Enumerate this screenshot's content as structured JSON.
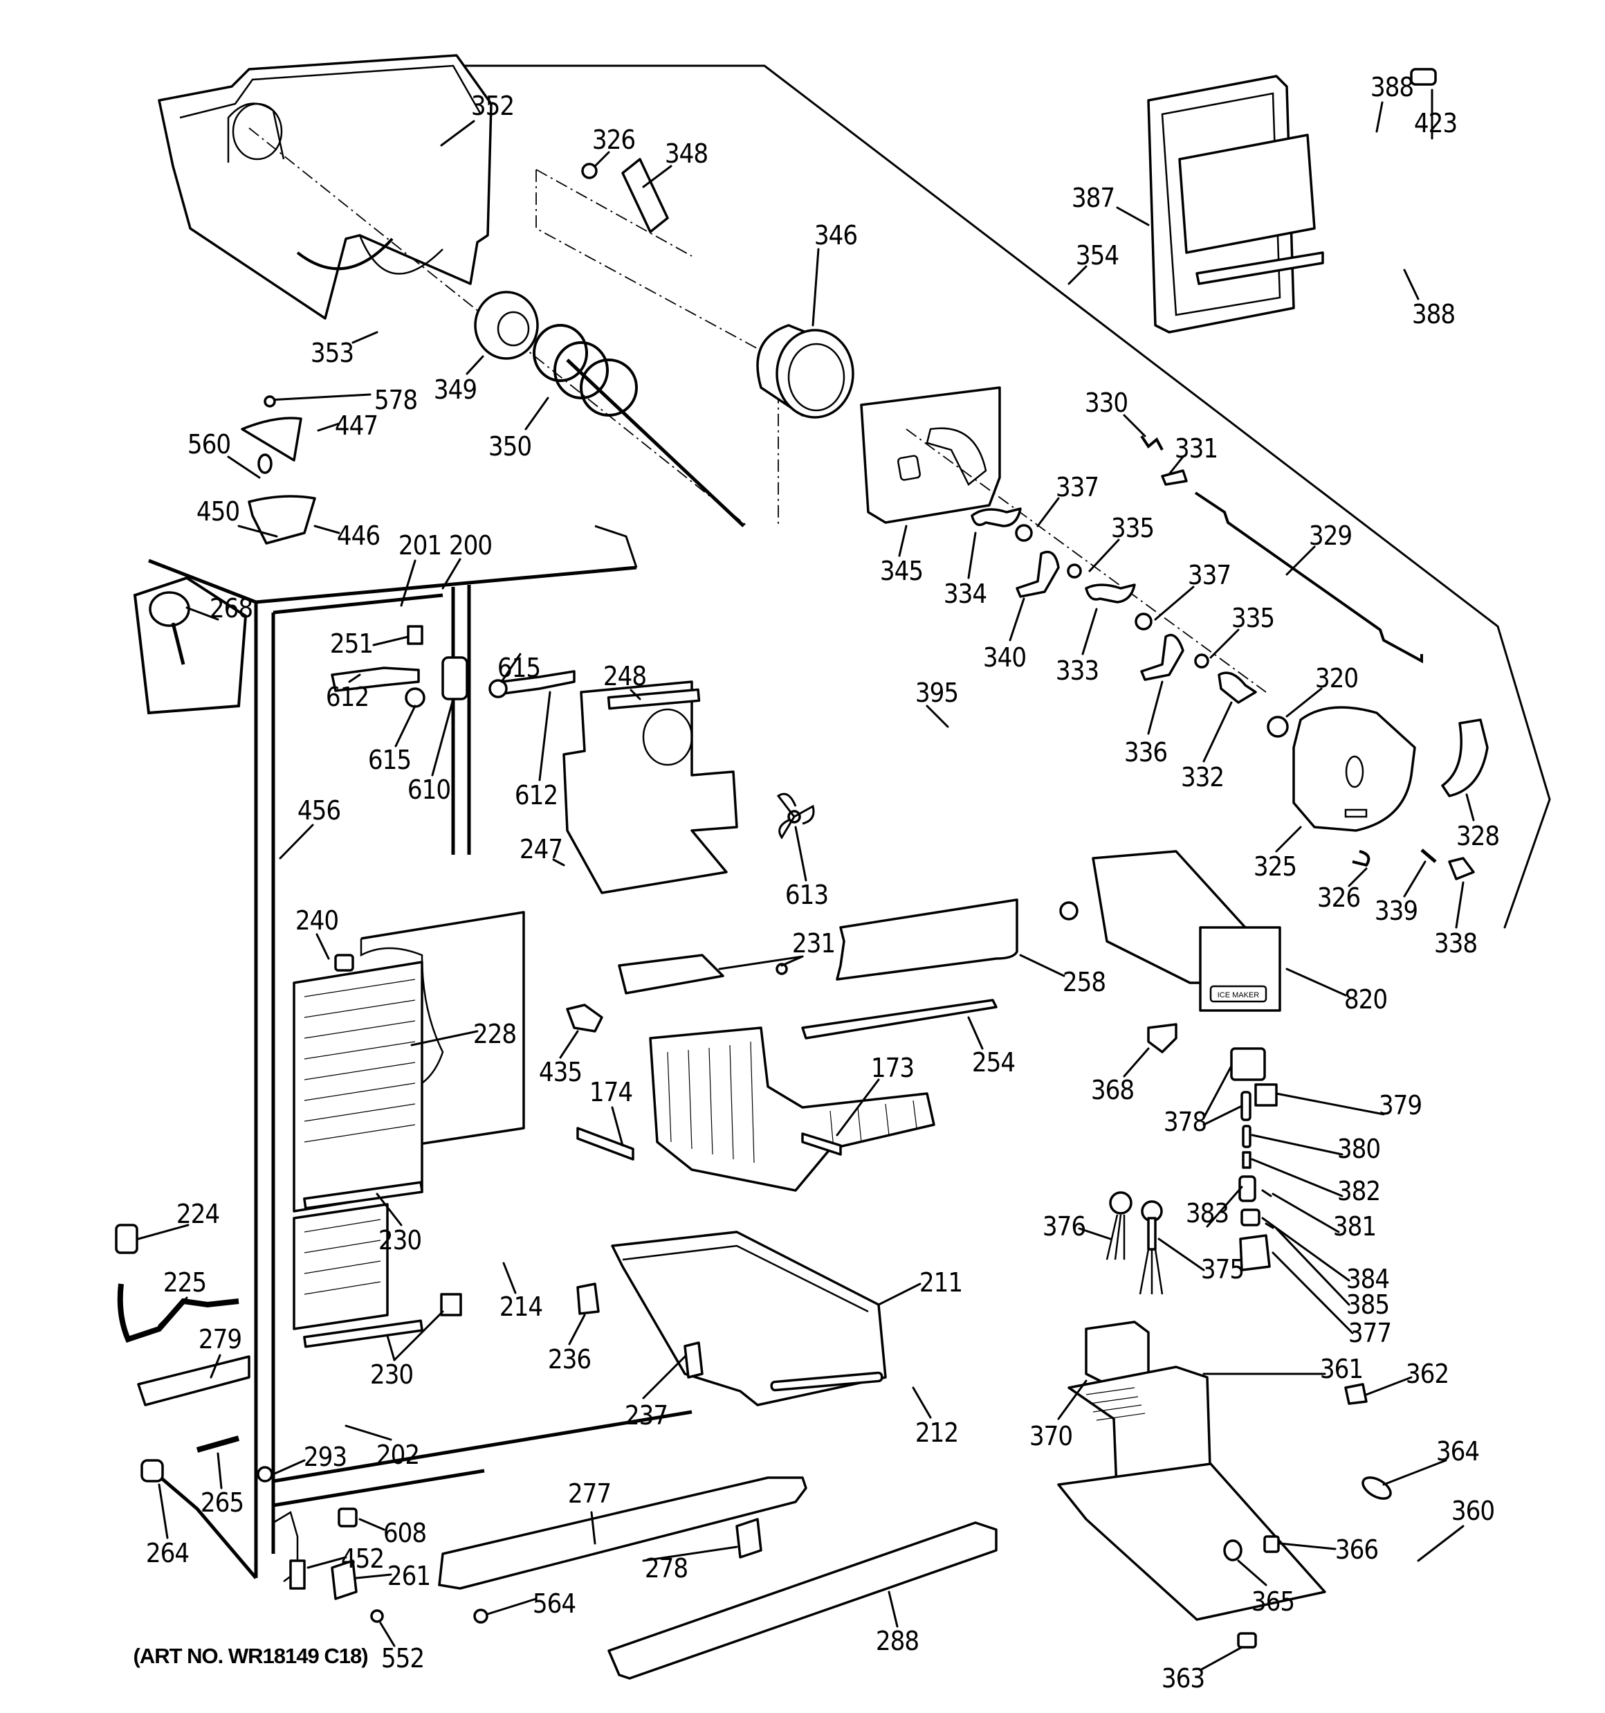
{
  "diagram": {
    "title": "Refrigerator freezer section exploded parts diagram",
    "art_number": "(ART NO. WR18149 C18)",
    "ice_maker_label": "ICE MAKER",
    "labels": [
      {
        "id": "352",
        "name": "ice-bucket"
      },
      {
        "id": "326",
        "name": "retainer-top"
      },
      {
        "id": "348",
        "name": "plate"
      },
      {
        "id": "346",
        "name": "auger-housing"
      },
      {
        "id": "388",
        "name": "dispenser-door-top"
      },
      {
        "id": "423",
        "name": "pin"
      },
      {
        "id": "387",
        "name": "dispenser-door"
      },
      {
        "id": "354",
        "name": "container-assembly"
      },
      {
        "id": "388",
        "name": "dispenser-door-bottom"
      },
      {
        "id": "353",
        "name": "auger-ring"
      },
      {
        "id": "349",
        "name": "bearing"
      },
      {
        "id": "350",
        "name": "auger"
      },
      {
        "id": "578",
        "name": "screw-top"
      },
      {
        "id": "447",
        "name": "hinge-cover"
      },
      {
        "id": "560",
        "name": "screw"
      },
      {
        "id": "450",
        "name": "shim"
      },
      {
        "id": "446",
        "name": "top-hinge"
      },
      {
        "id": "330",
        "name": "spring"
      },
      {
        "id": "331",
        "name": "clip"
      },
      {
        "id": "337",
        "name": "spring-a"
      },
      {
        "id": "335",
        "name": "washer-a"
      },
      {
        "id": "329",
        "name": "rod"
      },
      {
        "id": "345",
        "name": "motor-plate"
      },
      {
        "id": "334",
        "name": "cam-a"
      },
      {
        "id": "337",
        "name": "spring-b"
      },
      {
        "id": "335",
        "name": "washer-b"
      },
      {
        "id": "340",
        "name": "crusher-blade-a"
      },
      {
        "id": "333",
        "name": "cam-b"
      },
      {
        "id": "320",
        "name": "bushing"
      },
      {
        "id": "336",
        "name": "crusher-blade-b"
      },
      {
        "id": "332",
        "name": "cam-c"
      },
      {
        "id": "395",
        "name": "cover-plate"
      },
      {
        "id": "325",
        "name": "motor-housing"
      },
      {
        "id": "328",
        "name": "actuator"
      },
      {
        "id": "326",
        "name": "retainer"
      },
      {
        "id": "339",
        "name": "pin-b"
      },
      {
        "id": "338",
        "name": "lever"
      },
      {
        "id": "201",
        "name": "gasket-a"
      },
      {
        "id": "200",
        "name": "gasket-b"
      },
      {
        "id": "268",
        "name": "light-socket"
      },
      {
        "id": "251",
        "name": "thermostat-knob"
      },
      {
        "id": "615",
        "name": "grommet-a"
      },
      {
        "id": "248",
        "name": "air-duct"
      },
      {
        "id": "612",
        "name": "bracket-a"
      },
      {
        "id": "615",
        "name": "grommet-b"
      },
      {
        "id": "610",
        "name": "fan-motor"
      },
      {
        "id": "612",
        "name": "bracket-b"
      },
      {
        "id": "456",
        "name": "liner"
      },
      {
        "id": "247",
        "name": "duct-assembly"
      },
      {
        "id": "613",
        "name": "fan-blade"
      },
      {
        "id": "240",
        "name": "thermostat"
      },
      {
        "id": "228",
        "name": "evaporator"
      },
      {
        "id": "231",
        "name": "screw-pair"
      },
      {
        "id": "258",
        "name": "shelf-cover"
      },
      {
        "id": "820",
        "name": "ice-maker"
      },
      {
        "id": "435",
        "name": "light-bulb-cover"
      },
      {
        "id": "254",
        "name": "shelf-front"
      },
      {
        "id": "173",
        "name": "basket-slide-a"
      },
      {
        "id": "174",
        "name": "basket-slide-b"
      },
      {
        "id": "368",
        "name": "bracket-c"
      },
      {
        "id": "378",
        "name": "solenoid"
      },
      {
        "id": "379",
        "name": "solenoid-cover"
      },
      {
        "id": "380",
        "name": "plunger"
      },
      {
        "id": "382",
        "name": "spring-c"
      },
      {
        "id": "381",
        "name": "pin-c"
      },
      {
        "id": "383",
        "name": "solenoid-coil"
      },
      {
        "id": "376",
        "name": "switch-a"
      },
      {
        "id": "375",
        "name": "switch-b"
      },
      {
        "id": "384",
        "name": "lever-b"
      },
      {
        "id": "385",
        "name": "pin-d"
      },
      {
        "id": "377",
        "name": "bracket-d"
      },
      {
        "id": "224",
        "name": "spring-d"
      },
      {
        "id": "225",
        "name": "drain-tube"
      },
      {
        "id": "230",
        "name": "heater-a"
      },
      {
        "id": "214",
        "name": "evaporator-cover"
      },
      {
        "id": "211",
        "name": "drawer"
      },
      {
        "id": "236",
        "name": "slide-a"
      },
      {
        "id": "279",
        "name": "channel"
      },
      {
        "id": "230",
        "name": "heater-b"
      },
      {
        "id": "237",
        "name": "slide-b"
      },
      {
        "id": "212",
        "name": "drawer-handle"
      },
      {
        "id": "361",
        "name": "dispenser-housing"
      },
      {
        "id": "362",
        "name": "clip-b"
      },
      {
        "id": "370",
        "name": "dispenser-motor"
      },
      {
        "id": "364",
        "name": "actuator-b"
      },
      {
        "id": "360",
        "name": "dispenser-base"
      },
      {
        "id": "366",
        "name": "switch-c"
      },
      {
        "id": "365",
        "name": "bumper"
      },
      {
        "id": "363",
        "name": "foot"
      },
      {
        "id": "293",
        "name": "hinge-pin"
      },
      {
        "id": "202",
        "name": "cabinet"
      },
      {
        "id": "265",
        "name": "rod-b"
      },
      {
        "id": "277",
        "name": "rail"
      },
      {
        "id": "264",
        "name": "roller"
      },
      {
        "id": "608",
        "name": "bushing-b"
      },
      {
        "id": "452",
        "name": "shim-b"
      },
      {
        "id": "261",
        "name": "bottom-hinge"
      },
      {
        "id": "278",
        "name": "bracket-e"
      },
      {
        "id": "564",
        "name": "screw-b"
      },
      {
        "id": "288",
        "name": "grille"
      },
      {
        "id": "552",
        "name": "screw-c"
      }
    ]
  }
}
